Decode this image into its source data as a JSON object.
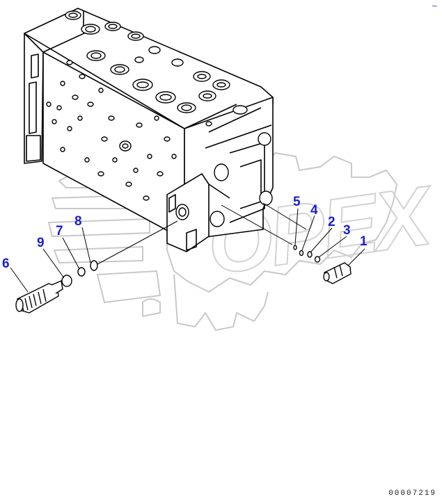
{
  "drawing_id": "00007219",
  "corner_mark": "~",
  "watermark": "OPEX",
  "callouts": [
    {
      "n": "1",
      "part": "relief-valve-plug"
    },
    {
      "n": "2",
      "part": "o-ring"
    },
    {
      "n": "3",
      "part": "backup-ring"
    },
    {
      "n": "4",
      "part": "o-ring"
    },
    {
      "n": "5",
      "part": "backup-ring"
    },
    {
      "n": "6",
      "part": "relief-valve"
    },
    {
      "n": "7",
      "part": "backup-ring"
    },
    {
      "n": "8",
      "part": "o-ring"
    },
    {
      "n": "9",
      "part": "o-ring"
    }
  ],
  "colors": {
    "callout": "#1a1fcf",
    "line": "#000000",
    "watermark": "#c8c8c8"
  }
}
